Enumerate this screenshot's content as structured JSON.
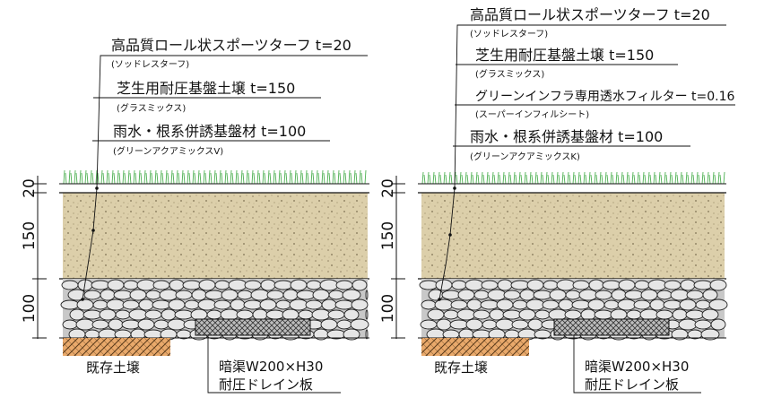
{
  "colors": {
    "soil": "#dccfaa",
    "gravel_bg": "#c8c8c8",
    "grass": "#4caf50",
    "existing_soil": "#e9a96b",
    "drain": "#bdbdbd",
    "line": "#111111"
  },
  "sections": [
    {
      "layers": [
        {
          "title": "高品質ロール状スポーツターフ t=20",
          "sub": "(ソッドレスターフ)"
        },
        {
          "title": "芝生用耐圧基盤土壌 t=150",
          "sub": "(グラスミックス)"
        },
        {
          "title": "雨水・根系併誘基盤材 t=100",
          "sub": "(グリーンアクアミックスV)"
        }
      ],
      "dims": [
        "20",
        "150",
        "100"
      ],
      "existing_soil": "既存土壌",
      "drain": [
        "暗渠W200×H30",
        "耐圧ドレイン板"
      ]
    },
    {
      "layers": [
        {
          "title": "高品質ロール状スポーツターフ t=20",
          "sub": "(ソッドレスターフ)"
        },
        {
          "title": "芝生用耐圧基盤土壌 t=150",
          "sub": "(グラスミックス)"
        },
        {
          "title": "グリーンインフラ専用透水フィルター t=0.16",
          "sub": "(スーパーインフィルシート)"
        },
        {
          "title": "雨水・根系併誘基盤材 t=100",
          "sub": "(グリーンアクアミックスK)"
        }
      ],
      "dims": [
        "20",
        "150",
        "100"
      ],
      "existing_soil": "既存土壌",
      "drain": [
        "暗渠W200×H30",
        "耐圧ドレイン板"
      ]
    }
  ]
}
